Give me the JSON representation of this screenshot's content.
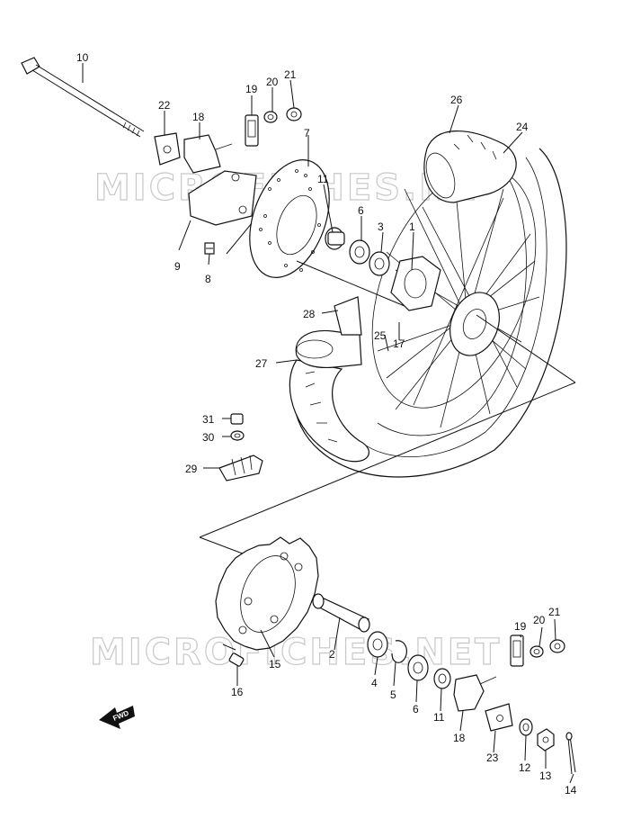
{
  "watermark": {
    "top": "MICROFICHES.NET",
    "bottom": "MICROFICHES.NET"
  },
  "fwd_label": "FWD",
  "callouts": {
    "c1": "1",
    "c2": "2",
    "c3": "3",
    "c4": "4",
    "c5": "5",
    "c6a": "6",
    "c6b": "6",
    "c7": "7",
    "c8": "8",
    "c9": "9",
    "c10": "10",
    "c11a": "11",
    "c11b": "11",
    "c12": "12",
    "c13": "13",
    "c14": "14",
    "c15": "15",
    "c16": "16",
    "c17": "17",
    "c18a": "18",
    "c18b": "18",
    "c19a": "19",
    "c19b": "19",
    "c20a": "20",
    "c20b": "20",
    "c21a": "21",
    "c21b": "21",
    "c22": "22",
    "c23": "23",
    "c24": "24",
    "c25": "25",
    "c26": "26",
    "c27": "27",
    "c28": "28",
    "c29": "29",
    "c30": "30",
    "c31": "31"
  }
}
